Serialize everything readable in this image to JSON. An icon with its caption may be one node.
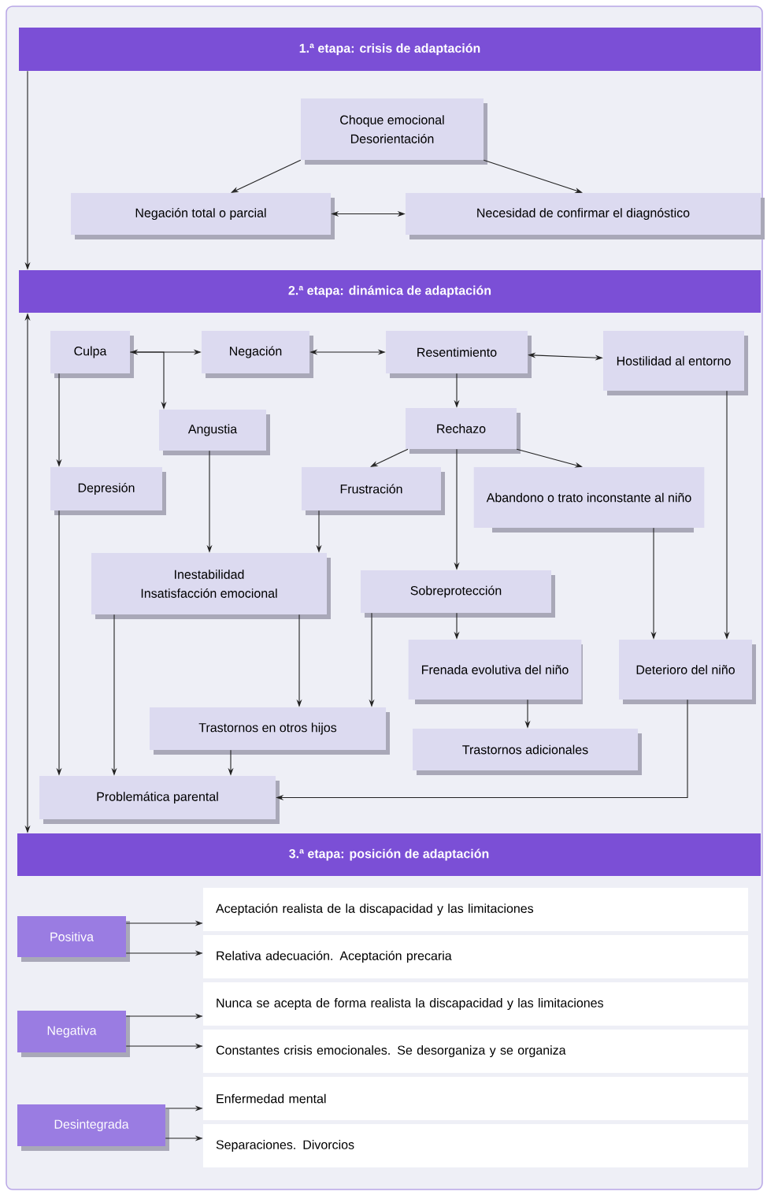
{
  "diagram": {
    "nodes": [
      {
        "text": [
          "1.ª etapa: crisis de adaptación"
        ]
      },
      {
        "text": [
          "Choque emocional",
          "Desorientación"
        ]
      },
      {
        "text": [
          "Negación total o parcial"
        ]
      },
      {
        "text": [
          "Necesidad de confirmar el diagnóstico"
        ]
      },
      {
        "text": [
          "2.ª etapa: dinámica de adaptación"
        ]
      },
      {
        "text": [
          "Culpa"
        ]
      },
      {
        "text": [
          "Negación"
        ]
      },
      {
        "text": [
          "Resentimiento"
        ]
      },
      {
        "text": [
          "Hostilidad al entorno"
        ]
      },
      {
        "text": [
          "Angustia"
        ]
      },
      {
        "text": [
          "Rechazo"
        ]
      },
      {
        "text": [
          "Depresión"
        ]
      },
      {
        "text": [
          "Frustración"
        ]
      },
      {
        "text": [
          "Abandono o trato inconstante al niño"
        ]
      },
      {
        "text": [
          "Inestabilidad",
          "Insatisfacción emocional"
        ]
      },
      {
        "text": [
          "Sobreprotección"
        ]
      },
      {
        "text": [
          "Frenada evolutiva del niño"
        ]
      },
      {
        "text": [
          "Deterioro del niño"
        ]
      },
      {
        "text": [
          "Trastornos en otros hijos"
        ]
      },
      {
        "text": [
          "Trastornos adicionales"
        ]
      },
      {
        "text": [
          "Problemática parental"
        ]
      },
      {
        "text": [
          "3.ª etapa: posición de adaptación"
        ]
      },
      {
        "text": [
          "Positiva"
        ]
      },
      {
        "text": [
          "Negativa"
        ]
      },
      {
        "text": [
          "Desintegrada"
        ]
      },
      {
        "text": [
          "Aceptación realista de la discapacidad y las limitaciones"
        ]
      },
      {
        "text": [
          "Relativa adecuación. Aceptación precaria"
        ]
      },
      {
        "text": [
          "Nunca se acepta de forma realista la discapacidad y las limitaciones"
        ]
      },
      {
        "text": [
          "Constantes crisis emocionales. Se desorganiza y se organiza"
        ]
      },
      {
        "text": [
          "Enfermedad mental"
        ]
      },
      {
        "text": [
          "Separaciones. Divorcios"
        ]
      }
    ],
    "edges": [
      {
        "from": 0,
        "to": 4,
        "arrow": "to"
      },
      {
        "from": 4,
        "to": 21,
        "arrow": "both"
      },
      {
        "from": 1,
        "to": 2,
        "arrow": "to"
      },
      {
        "from": 1,
        "to": 3,
        "arrow": "to"
      },
      {
        "from": 2,
        "to": 3,
        "arrow": "both"
      },
      {
        "from": 5,
        "to": 6,
        "arrow": "both"
      },
      {
        "from": 6,
        "to": 7,
        "arrow": "both"
      },
      {
        "from": 7,
        "to": 8,
        "arrow": "both"
      },
      {
        "from": 5,
        "to": 9,
        "arrow": "to"
      },
      {
        "from": 5,
        "to": 11,
        "arrow": "to"
      },
      {
        "from": 7,
        "to": 10,
        "arrow": "to"
      },
      {
        "from": 10,
        "to": 12,
        "arrow": "to"
      },
      {
        "from": 10,
        "to": 13,
        "arrow": "to"
      },
      {
        "from": 10,
        "to": 15,
        "arrow": "to"
      },
      {
        "from": 9,
        "to": 14,
        "arrow": "to"
      },
      {
        "from": 12,
        "to": 14,
        "arrow": "to"
      },
      {
        "from": 11,
        "to": 20,
        "arrow": "to"
      },
      {
        "from": 14,
        "to": 20,
        "arrow": "to"
      },
      {
        "from": 14,
        "to": 18,
        "arrow": "to"
      },
      {
        "from": 15,
        "to": 18,
        "arrow": "to"
      },
      {
        "from": 15,
        "to": 16,
        "arrow": "to"
      },
      {
        "from": 13,
        "to": 17,
        "arrow": "to"
      },
      {
        "from": 8,
        "to": 17,
        "arrow": "to"
      },
      {
        "from": 16,
        "to": 19,
        "arrow": "to"
      },
      {
        "from": 18,
        "to": 20,
        "arrow": "to"
      },
      {
        "from": 17,
        "to": 20,
        "arrow": "to"
      },
      {
        "from": 22,
        "to": 25,
        "arrow": "to"
      },
      {
        "from": 22,
        "to": 26,
        "arrow": "to"
      },
      {
        "from": 23,
        "to": 27,
        "arrow": "to"
      },
      {
        "from": 23,
        "to": 28,
        "arrow": "to"
      },
      {
        "from": 24,
        "to": 29,
        "arrow": "to"
      },
      {
        "from": 24,
        "to": 30,
        "arrow": "to"
      }
    ]
  }
}
